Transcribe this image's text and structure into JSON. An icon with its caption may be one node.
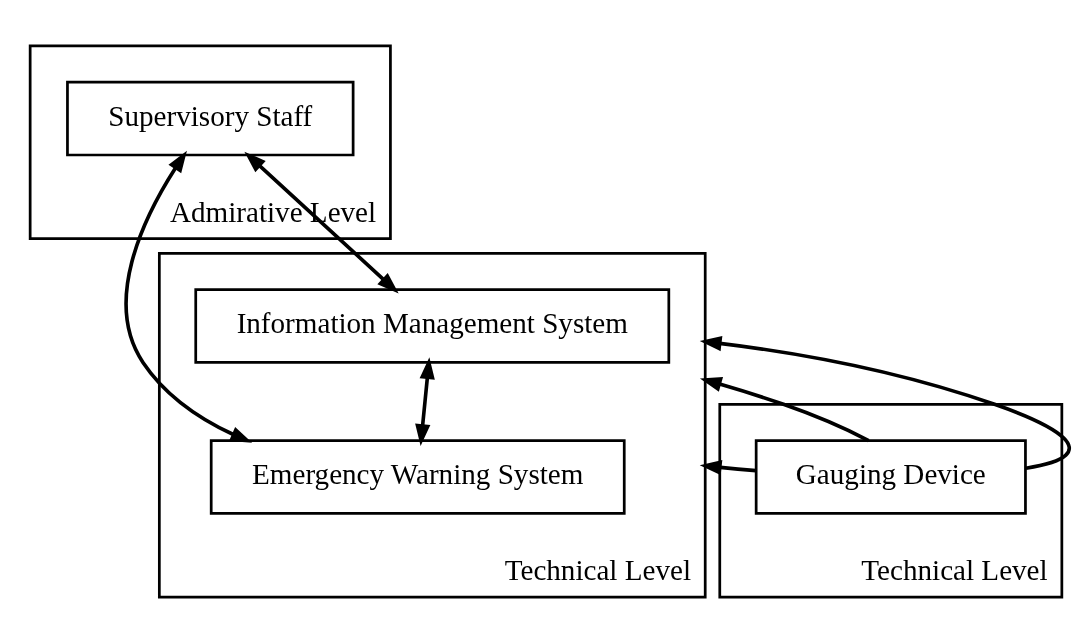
{
  "diagram": {
    "nodes": [
      {
        "text": [
          "Admirative Level"
        ]
      },
      {
        "text": [
          "Supervisory Staff"
        ],
        "in": 0
      },
      {
        "text": [
          "Technical Level"
        ]
      },
      {
        "text": [
          "Information Management System"
        ],
        "in": 2
      },
      {
        "text": [
          "Emergency Warning System"
        ],
        "in": 2
      },
      {
        "text": [
          "Technical Level"
        ]
      },
      {
        "text": [
          "Gauging Device"
        ],
        "in": 5
      }
    ],
    "edges": [
      {
        "from": 1,
        "to": 3,
        "arrow": "both"
      },
      {
        "from": 1,
        "to": 4,
        "arrow": "both"
      },
      {
        "from": 3,
        "to": 4,
        "arrow": "both"
      },
      {
        "from": 6,
        "to": 2,
        "arrow": "to"
      },
      {
        "from": 6,
        "to": 2,
        "arrow": "to"
      },
      {
        "from": 6,
        "to": 2,
        "arrow": "to"
      }
    ]
  }
}
